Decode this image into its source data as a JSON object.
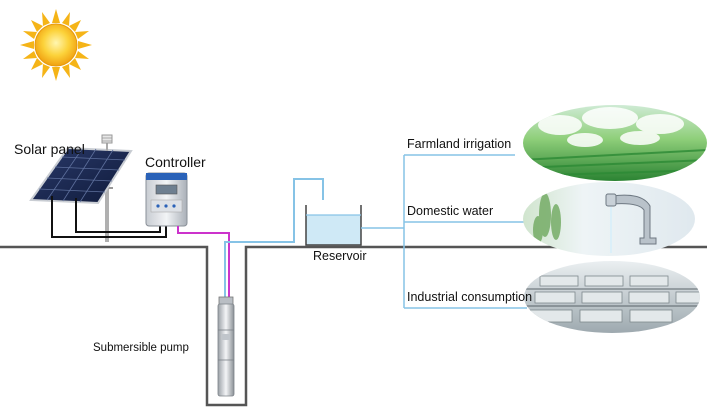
{
  "labels": {
    "solar_panel": "Solar panel",
    "controller": "Controller",
    "reservoir": "Reservoir",
    "submersible_pump": "Submersible pump",
    "farmland_irrigation": "Farmland irrigation",
    "domestic_water": "Domestic water",
    "industrial_consumption": "Industrial consumption"
  },
  "icons": {
    "sun": "sun-icon",
    "solar_panel": "solar-panel-icon",
    "controller": "controller-box-icon",
    "pump": "submersible-pump-icon",
    "reservoir": "reservoir-tank-icon",
    "farmland": "sprinkler-field-photo",
    "faucet": "faucet-photo",
    "industry": "industrial-tanks-photo"
  },
  "colors": {
    "water_pipe": "#86c3e6",
    "power_cable": "#cc33cc",
    "wire": "#111111",
    "ground_line": "#555555",
    "water": "#cfe9f6",
    "sun_core": "#f7b718"
  }
}
